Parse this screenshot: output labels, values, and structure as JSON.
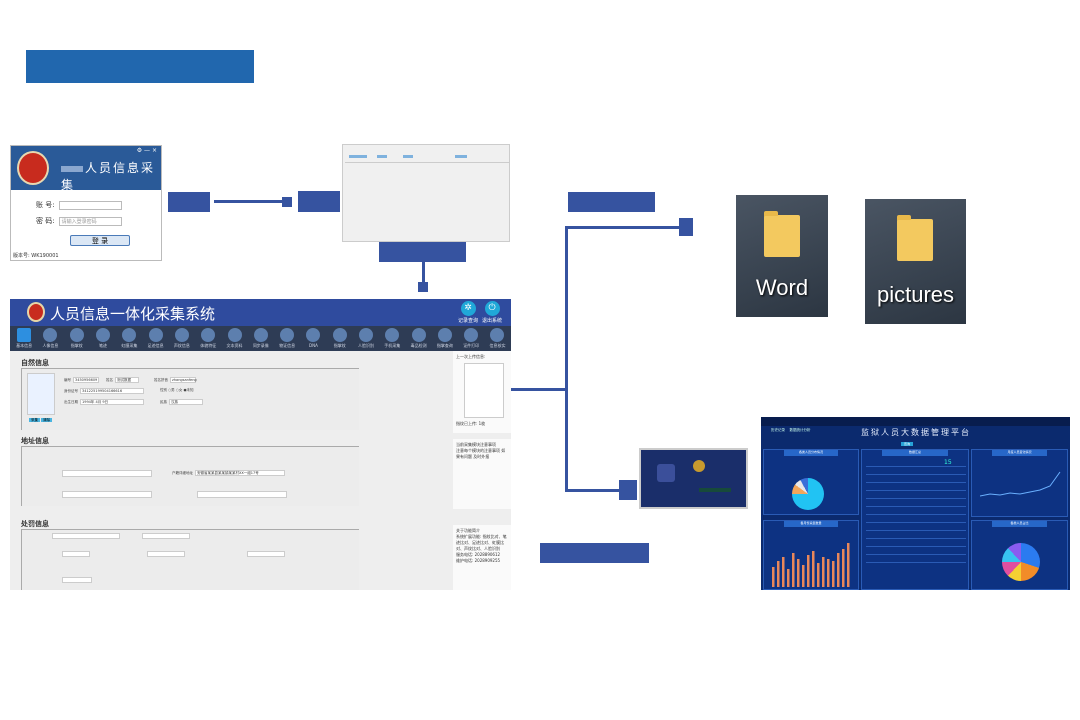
{
  "login_window": {
    "title": "人员信息采集",
    "window_controls": [
      "⚙",
      "—",
      "×"
    ],
    "account_label": "账  号:",
    "password_label": "密  码:",
    "password_placeholder": "请输入登录密码",
    "login_button": "登  录",
    "version": "版本号: WK190001"
  },
  "main_app": {
    "title": "人员信息一体化采集系统",
    "header_buttons": [
      {
        "label": "记录查询",
        "icon": "tools-icon"
      },
      {
        "label": "退出系统",
        "icon": "power-icon"
      }
    ],
    "nav": [
      "基本信息",
      "人像信息",
      "指掌纹",
      "笔迹",
      "虹膜采集",
      "足迹信息",
      "声纹信息",
      "体貌特征",
      "文本资料",
      "同步录像",
      "物证信息",
      "DNA",
      "指掌纹",
      "人脸识别",
      "手机采集",
      "毒品检测",
      "指掌查询",
      "证件打印",
      "信息核实"
    ],
    "sections": {
      "natural": "自然信息",
      "address": "地址信息",
      "penalty": "处罚信息"
    },
    "natural_fields": {
      "person_id": "3450956609",
      "name_label": "姓名",
      "name": "测试数据",
      "pinyin_label": "姓名拼音",
      "pinyin": "zhangsanfeng",
      "id_label": "身份证号",
      "id_number": "341225199504166616",
      "gender_label": "性别",
      "gender_options": [
        "男",
        "女",
        "未知"
      ],
      "birth_label": "出生日期",
      "birth": "1994年 4月 9日",
      "nation_label": "民族",
      "nation": "汉族",
      "photo_buttons": [
        "采集",
        "清除"
      ]
    },
    "address_fields": {
      "household_detail": "安徽省某某县某某镇某某村XX一组17号"
    },
    "side": {
      "last_upload": "上一次上传信息:",
      "uploaded": "指纹已上传: 1枚",
      "notice_title": "当前采集模块注意事项",
      "notice": "注意每个模块的注意事项 如果有问题 及时外报",
      "about_title": "关于功能简介",
      "about": "系统扩展功能: 指纹比对、笔迹比对、足迹比对、虹膜比对、声纹比对、人脸识别",
      "phone1": "服务电话: 2028890612",
      "phone2": "维护电话: 2028909255"
    }
  },
  "folders": [
    {
      "label": "Word"
    },
    {
      "label": "pictures"
    }
  ],
  "dashboard": {
    "title": "监狱人员大数据管理平台",
    "tabs": [
      "历史记录",
      "数据统计分析"
    ],
    "query_button": "查询",
    "panels": [
      "各类人员分布情况",
      "数据汇总",
      "月度人员变化情况",
      "各月份采集数量",
      "各类人员占比"
    ],
    "count_value": "15"
  },
  "colors": {
    "accent": "#3653a0",
    "app_header": "#2f4b9e",
    "dashboard_bg": "#0b2a6e"
  }
}
